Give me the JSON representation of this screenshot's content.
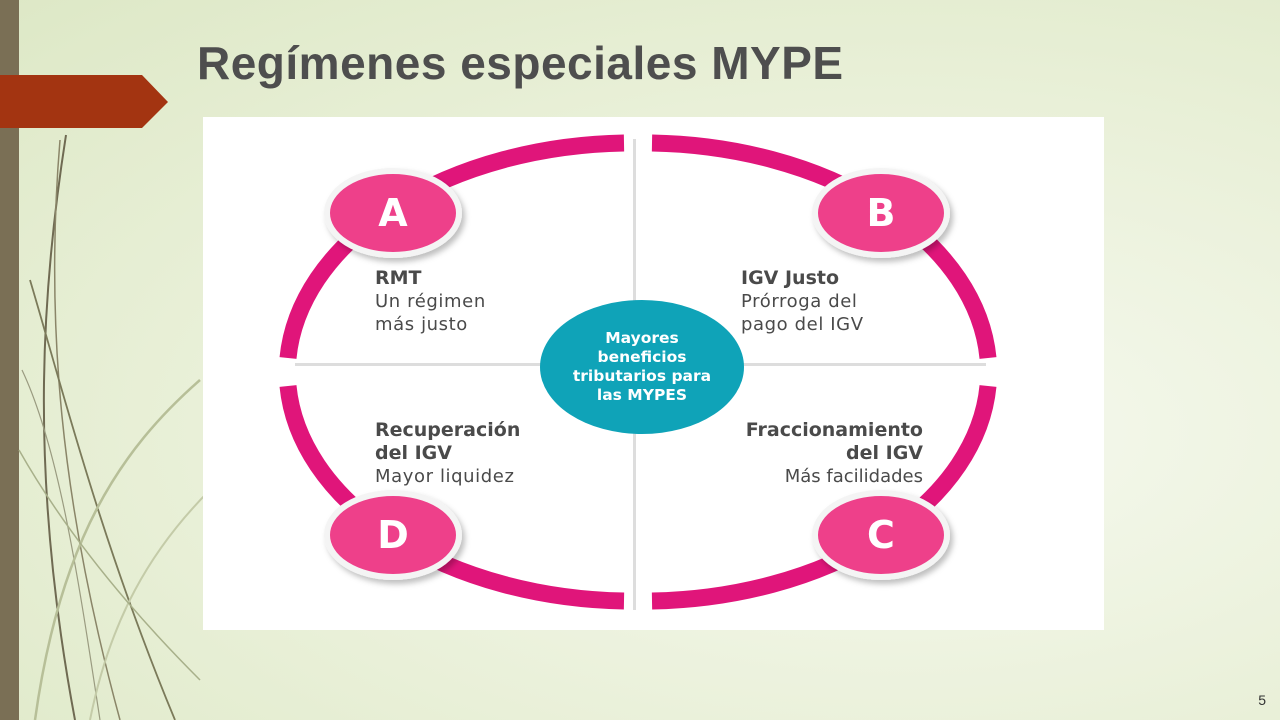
{
  "slide": {
    "title": "Regímenes especiales MYPE",
    "page_number": "5"
  },
  "diagram": {
    "center_label": "Mayores\nbeneficios\ntributarios para\nlas MYPES",
    "quadrants": {
      "a": {
        "badge": "A",
        "title": "RMT",
        "subtitle": "Un régimen\nmás justo"
      },
      "b": {
        "badge": "B",
        "title": "IGV Justo",
        "subtitle": "Prórroga del\npago del IGV"
      },
      "c": {
        "badge": "C",
        "title": "Fraccionamiento\ndel IGV",
        "subtitle": "Más facilidades"
      },
      "d": {
        "badge": "D",
        "title": "Recuperación\ndel IGV",
        "subtitle": "Mayor liquidez"
      }
    }
  },
  "colors": {
    "title_text": "#4e4e4e",
    "accent_arrow": "#a33411",
    "left_bar": "#7a6f55",
    "ring_magenta": "#e0157a",
    "badge_pink": "#ee3f8a",
    "center_teal": "#0fa3b8",
    "body_text": "#4a4a4a"
  }
}
